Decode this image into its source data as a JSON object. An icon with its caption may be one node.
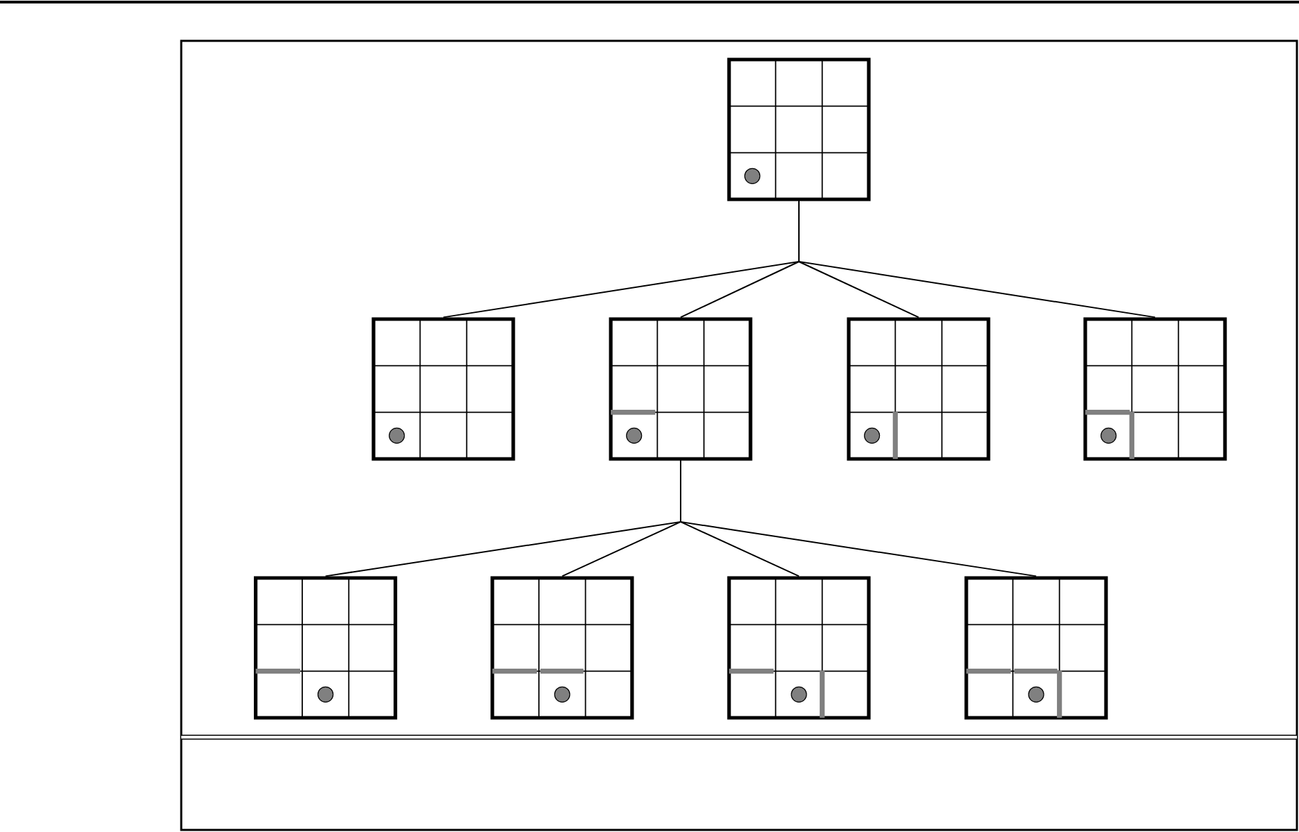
{
  "diagram": {
    "nodes": [
      {
        "text": [],
        "shape": "picture"
      },
      {
        "text": [],
        "shape": "picture"
      },
      {
        "text": [],
        "shape": "picture"
      },
      {
        "text": [],
        "shape": "picture"
      },
      {
        "text": [],
        "shape": "picture"
      },
      {
        "text": [],
        "shape": "picture"
      },
      {
        "text": [],
        "shape": "picture"
      },
      {
        "text": [],
        "shape": "picture"
      },
      {
        "text": [],
        "shape": "picture"
      }
    ],
    "edges": [
      {
        "from": 0,
        "to": 1,
        "arrow": "none"
      },
      {
        "from": 0,
        "to": 2,
        "arrow": "none"
      },
      {
        "from": 0,
        "to": 3,
        "arrow": "none"
      },
      {
        "from": 0,
        "to": 4,
        "arrow": "none"
      },
      {
        "from": 2,
        "to": 5,
        "arrow": "none"
      },
      {
        "from": 2,
        "to": 6,
        "arrow": "none"
      },
      {
        "from": 2,
        "to": 7,
        "arrow": "none"
      },
      {
        "from": 2,
        "to": 8,
        "arrow": "none"
      }
    ]
  }
}
